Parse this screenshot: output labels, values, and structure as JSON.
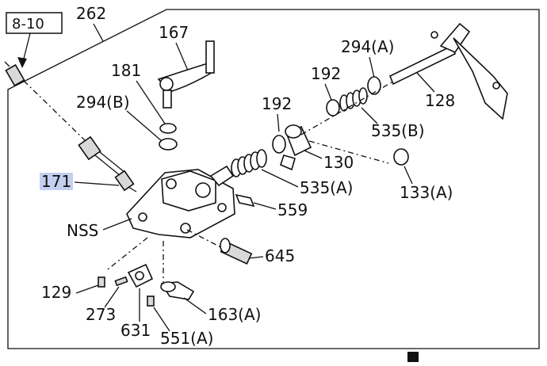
{
  "reference": {
    "box_label": "8-10"
  },
  "labels": {
    "p262": "262",
    "p167": "167",
    "p181": "181",
    "p294b": "294(B)",
    "p294a": "294(A)",
    "p192a": "192",
    "p192b": "192",
    "p128": "128",
    "p535b": "535(B)",
    "p130": "130",
    "p535a": "535(A)",
    "p133a": "133(A)",
    "p171": "171",
    "p559": "559",
    "pnss": "NSS",
    "p645": "645",
    "p129": "129",
    "p273": "273",
    "p163a": "163(A)",
    "p631": "631",
    "p551a": "551(A)"
  },
  "highlight": {
    "part": "171",
    "color": "#b8c8ec"
  }
}
